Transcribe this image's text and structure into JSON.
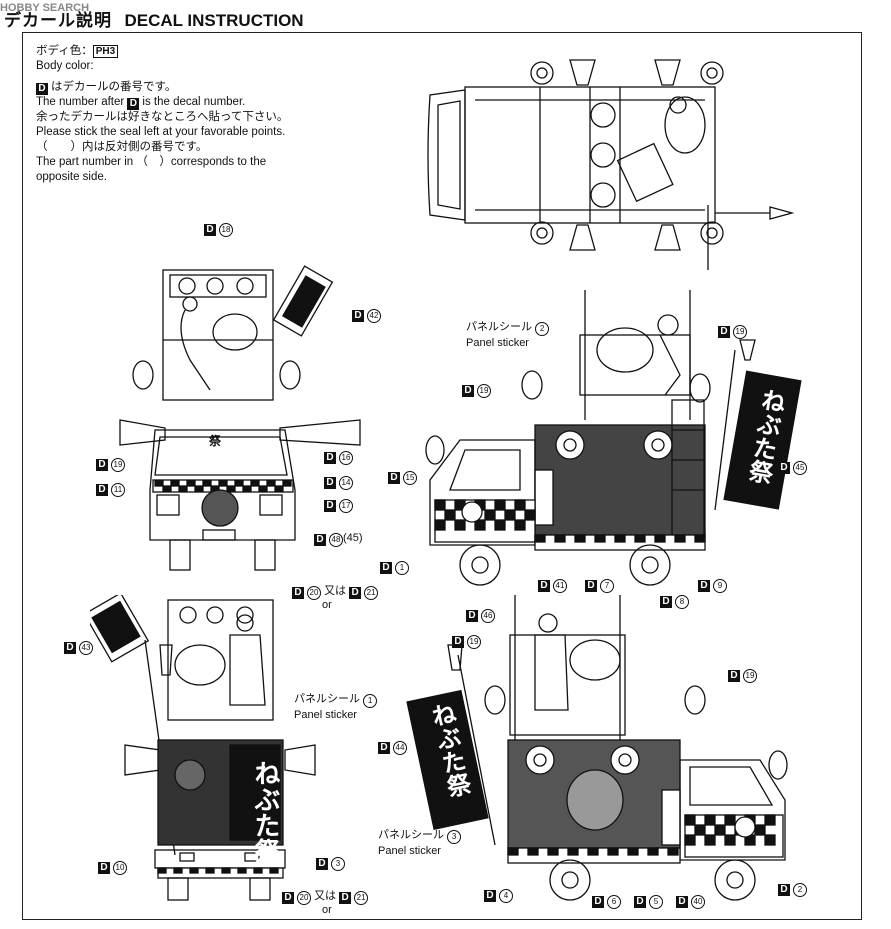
{
  "header": {
    "watermark": "HOBBY SEARCH",
    "title_jp": "デカール説明",
    "title_en": "DECAL INSTRUCTION"
  },
  "notes": {
    "body_color_jp_label": "ボディ色：",
    "body_color_code": "PH3",
    "body_color_en": "Body color:",
    "decal_number_jp": "はデカールの番号です。",
    "decal_number_en_pre": "The number after",
    "decal_number_en_post": "is the decal number.",
    "leftover_jp": "余ったデカールは好きなところへ貼って下さい。",
    "leftover_en": "Please stick the seal left at your favorable points.",
    "paren_jp": "（　　）内は反対側の番号です。",
    "paren_en_1": "The part number in （　）corresponds to the",
    "paren_en_2": "opposite side."
  },
  "d_letter": "D",
  "panel_sticker": {
    "jp": "パネルシール",
    "en": "Panel sticker",
    "num_1": "1",
    "num_2": "2",
    "num_3": "3"
  },
  "or_text": {
    "jp": "又は",
    "en": "or"
  },
  "callouts": {
    "front": [
      "18",
      "42",
      "19",
      "11",
      "16",
      "14",
      "17",
      "48",
      "(45)",
      "20",
      "21"
    ],
    "side_right": [
      "19",
      "15",
      "1",
      "41",
      "7",
      "8",
      "9",
      "45",
      "19"
    ],
    "rear": [
      "43",
      "10",
      "3",
      "20",
      "21"
    ],
    "side_left": [
      "46",
      "19",
      "19",
      "44",
      "4",
      "6",
      "5",
      "40",
      "2"
    ]
  },
  "banner_text": {
    "nebuta": "ねぶた祭",
    "matsuri": "祭"
  }
}
